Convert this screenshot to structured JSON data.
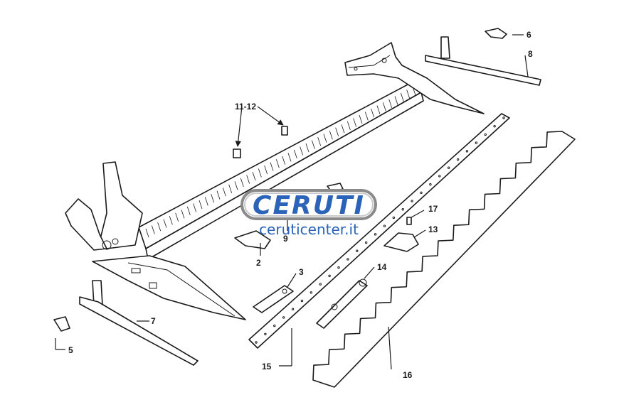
{
  "logo": {
    "brand": "CERUTI",
    "site": "ceruticenter.it",
    "brand_color": "#2a63b8"
  },
  "callouts": {
    "c2": "2",
    "c3": "3",
    "c5": "5",
    "c6": "6",
    "c7": "7",
    "c8": "8",
    "c9": "9",
    "c1112": "11-12",
    "c13": "13",
    "c14": "14",
    "c15": "15",
    "c16": "16",
    "c17": "17"
  },
  "line_color": "#1a1a1a"
}
